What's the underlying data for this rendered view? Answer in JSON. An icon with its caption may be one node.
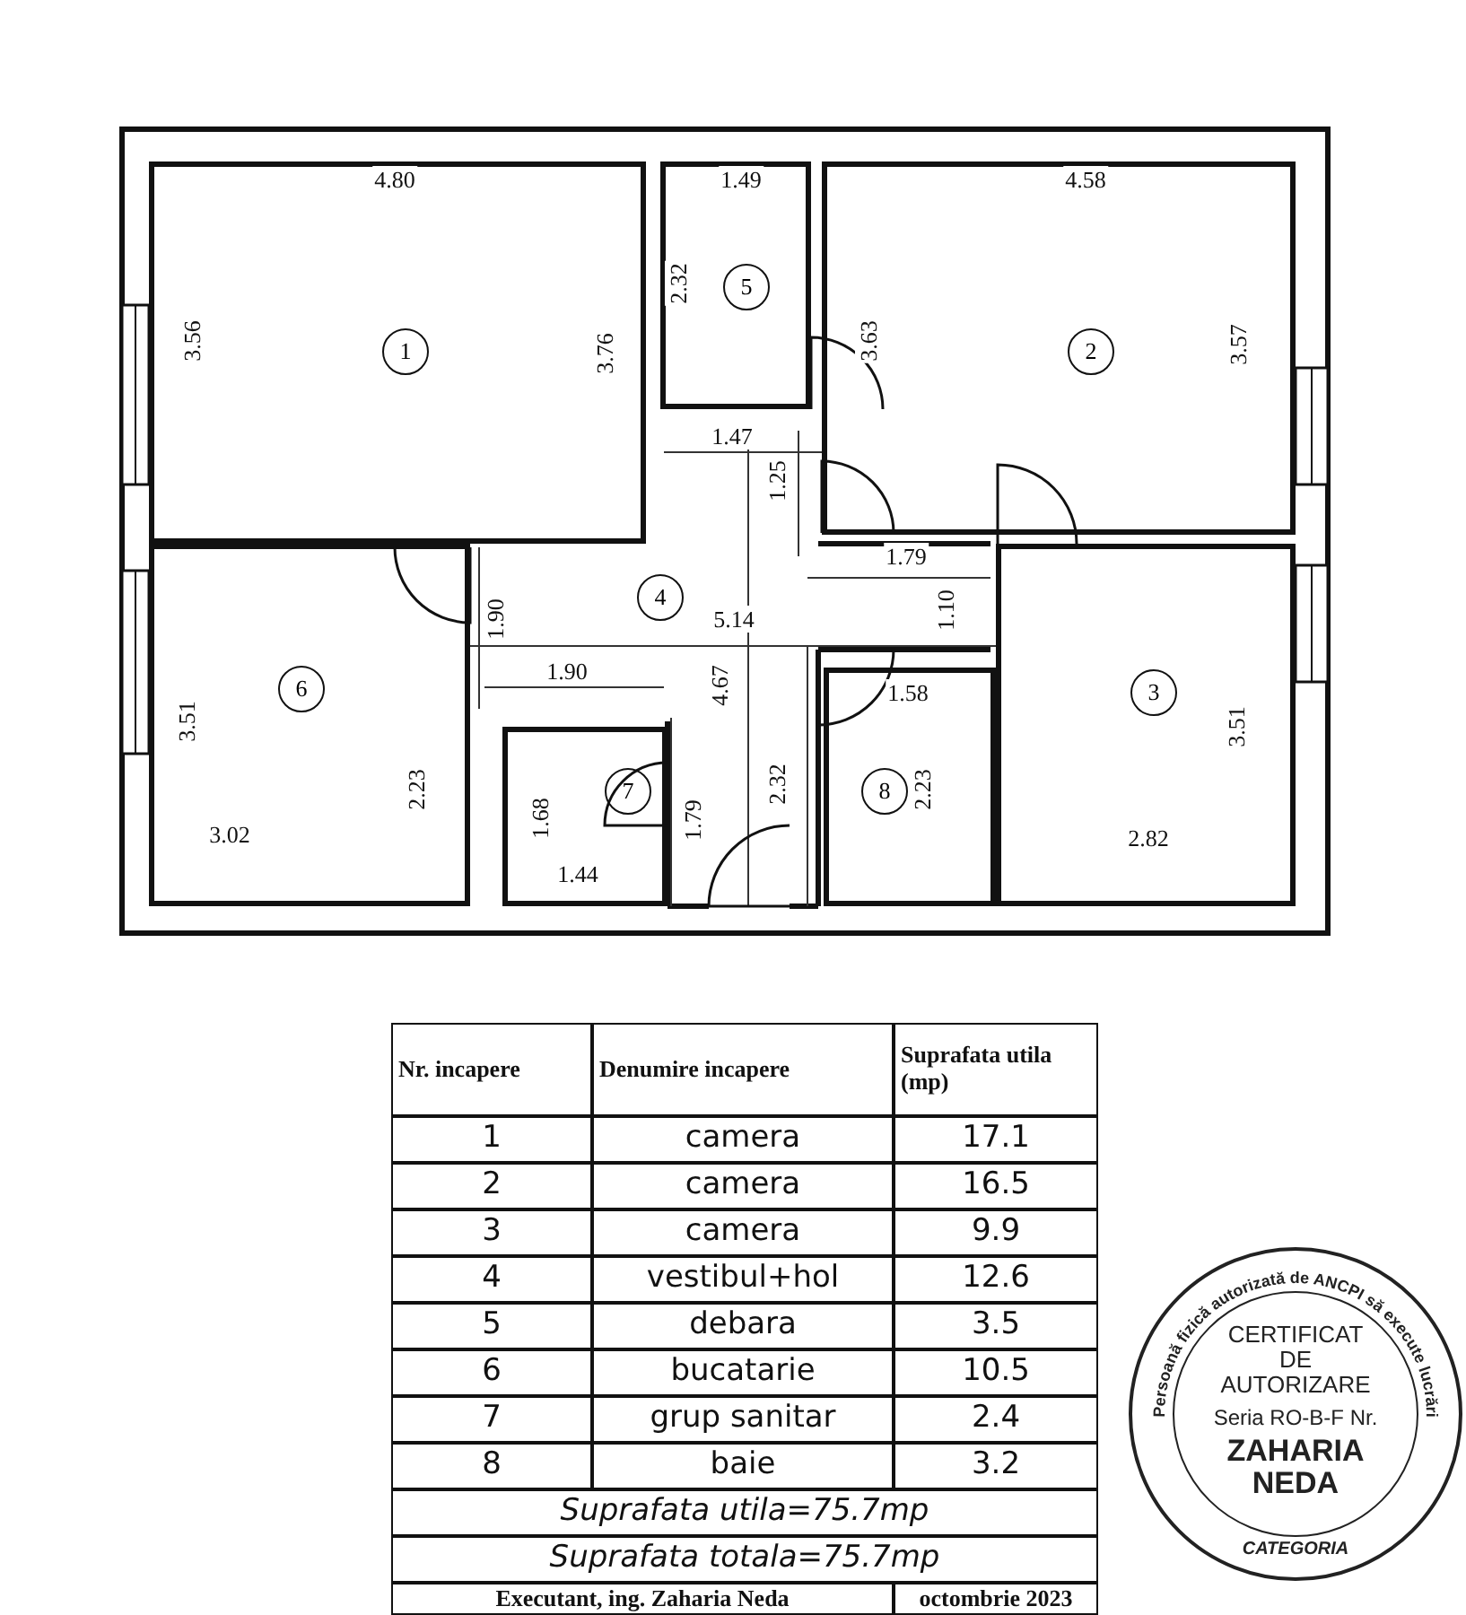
{
  "diagram": {
    "nodes": [
      {
        "text": [
          "1"
        ]
      },
      {
        "text": [
          "2"
        ]
      },
      {
        "text": [
          "3"
        ]
      },
      {
        "text": [
          "4"
        ]
      },
      {
        "text": [
          "5"
        ]
      },
      {
        "text": [
          "6"
        ]
      },
      {
        "text": [
          "7"
        ]
      },
      {
        "text": [
          "8"
        ]
      }
    ],
    "labels": [
      "4.80",
      "1.49",
      "4.58",
      "2.32",
      "3.56",
      "3.76",
      "3.63",
      "3.57",
      "1.47",
      "1.25",
      "1.79",
      "1.90",
      "5.14",
      "1.10",
      "1.90",
      "4.67",
      "1.58",
      "3.51",
      "3.51",
      "2.23",
      "1.68",
      "1.79",
      "2.32",
      "2.23",
      "3.02",
      "2.82",
      "1.44",
      "Nr. incapere",
      "Denumire incapere",
      "Suprafata utila (mp)",
      "1",
      "camera",
      "17.1",
      "2",
      "camera",
      "16.5",
      "3",
      "camera",
      "9.9",
      "4",
      "vestibul+hol",
      "12.6",
      "5",
      "debara",
      "3.5",
      "6",
      "bucatarie",
      "10.5",
      "7",
      "grup sanitar",
      "2.4",
      "8",
      "baie",
      "3.2",
      "Suprafata utila=75.7mp",
      "Suprafata totala=75.7mp",
      "Executant, ing. Zaharia Neda",
      "octombrie 2023",
      "Persoană fizică autorizată de ANCPI să execute lucrări",
      "CERTIFICAT",
      "DE",
      "AUTORIZARE",
      "Seria RO-B-F Nr.",
      "ZAHARIA",
      "NEDA",
      "CATEGORIA"
    ]
  }
}
